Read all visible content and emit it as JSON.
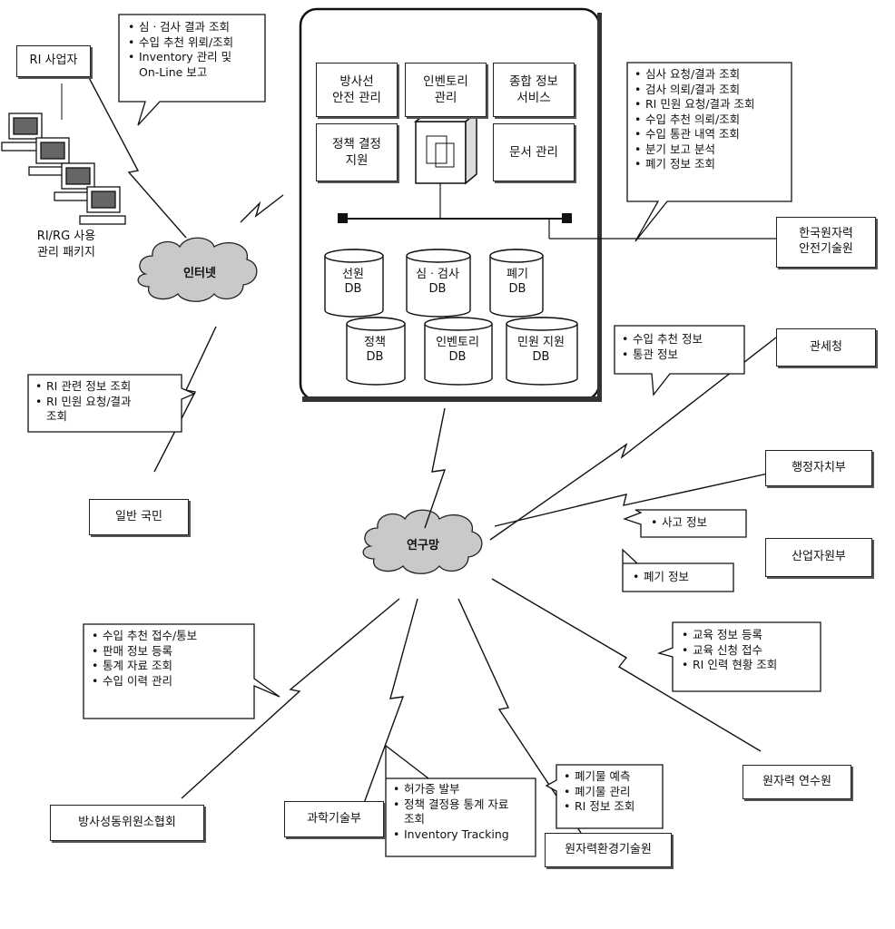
{
  "center_modules": [
    "방사선\n안전 관리",
    "인벤토리\n관리",
    "종합 정보\n서비스",
    "정책 결정\n지원",
    "문서 관리"
  ],
  "databases": [
    "선원\nDB",
    "심ㆍ검사\nDB",
    "폐기\nDB",
    "정책\nDB",
    "인벤토리\nDB",
    "민원 지원\nDB"
  ],
  "clouds": {
    "internet": "인터넷",
    "research_net": "연구망"
  },
  "entities": {
    "ri_operator": "RI 사업자",
    "ri_package": "RI/RG 사용\n관리 패키지",
    "kins": "한국원자력\n안전기술원",
    "customs": "관세청",
    "mogaha": "행정자치부",
    "mocie": "산업자원부",
    "public": "일반 국민",
    "kriti": "원자력 연수원",
    "rsa": "방사성동위원소협회",
    "most": "과학기술부",
    "nets": "원자력환경기술원"
  },
  "callouts": {
    "ri_operator": [
      "심ㆍ검사 결과 조회",
      "수입 추천 위뢰/조회",
      "Inventory 관리 및\nOn-Line 보고"
    ],
    "kins": [
      "심사 요청/결과 조회",
      "검사 의뢰/결과 조회",
      "RI 민원 요청/결과 조회",
      "수입 추천 의뢰/조회",
      "수입 통관 내역 조회",
      "분기 보고 분석",
      "폐기 정보 조회"
    ],
    "public": [
      "RI 관련 정보 조회",
      "RI 민원 요청/결과\n조회"
    ],
    "customs": [
      "수입 추천 정보",
      "통관 정보"
    ],
    "mogaha": [
      "사고 정보"
    ],
    "mocie": [
      "폐기 정보"
    ],
    "rsa": [
      "수입 추천 접수/통보",
      "판매 정보 등록",
      "통계 자료 조회",
      "수입 이력 관리"
    ],
    "kriti": [
      "교육 정보 등록",
      "교육 신청 접수",
      "RI 인력 현황 조회"
    ],
    "most": [
      "허가증 발부",
      "정책 결정용 통계 자료\n조회",
      "Inventory Tracking"
    ],
    "nets": [
      "폐기물 예측",
      "폐기물 관리",
      "RI 정보 조회"
    ]
  }
}
